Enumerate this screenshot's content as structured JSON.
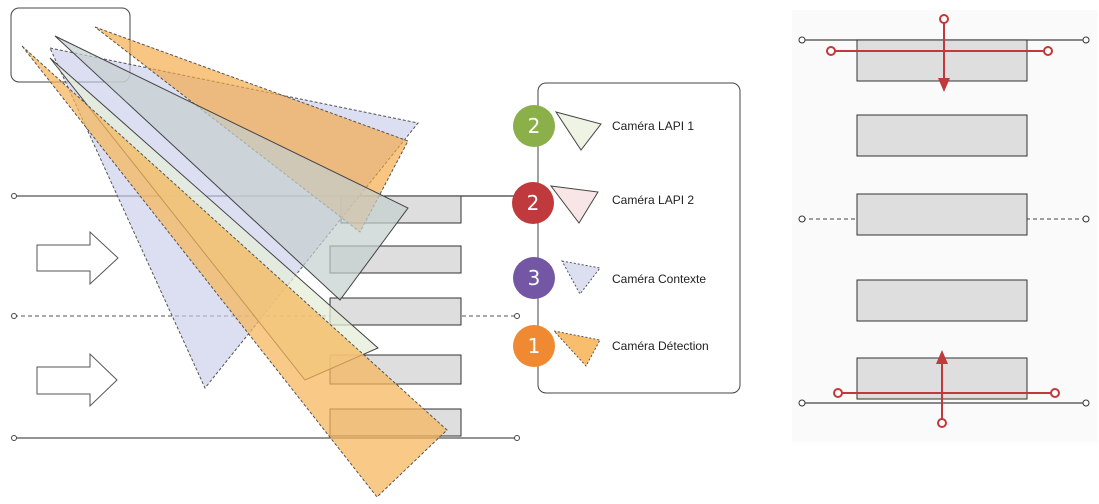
{
  "legend": {
    "items": [
      {
        "number": "2",
        "label": "Caméra LAPI 1",
        "badge_color": "#8bb04a",
        "cone_fill": "#eef3e4",
        "cone_style": "solid"
      },
      {
        "number": "2",
        "label": "Caméra LAPI 2",
        "badge_color": "#c0393c",
        "cone_fill": "#f8e6e6",
        "cone_style": "solid"
      },
      {
        "number": "3",
        "label": "Caméra Contexte",
        "badge_color": "#7357a4",
        "cone_fill": "#dcdff0",
        "cone_style": "dashed"
      },
      {
        "number": "1",
        "label": "Caméra Détection",
        "badge_color": "#ef8a32",
        "cone_fill": "#f8be6e",
        "cone_style": "dashed"
      }
    ]
  },
  "colors": {
    "detection": "#f7b559",
    "context": "#c9cdea",
    "lapi1": "#e6eed8",
    "lapi2": "#c4cfcf",
    "vehicle": "#dedede",
    "trigger_line": "#c0393c",
    "road_line": "#555555"
  }
}
